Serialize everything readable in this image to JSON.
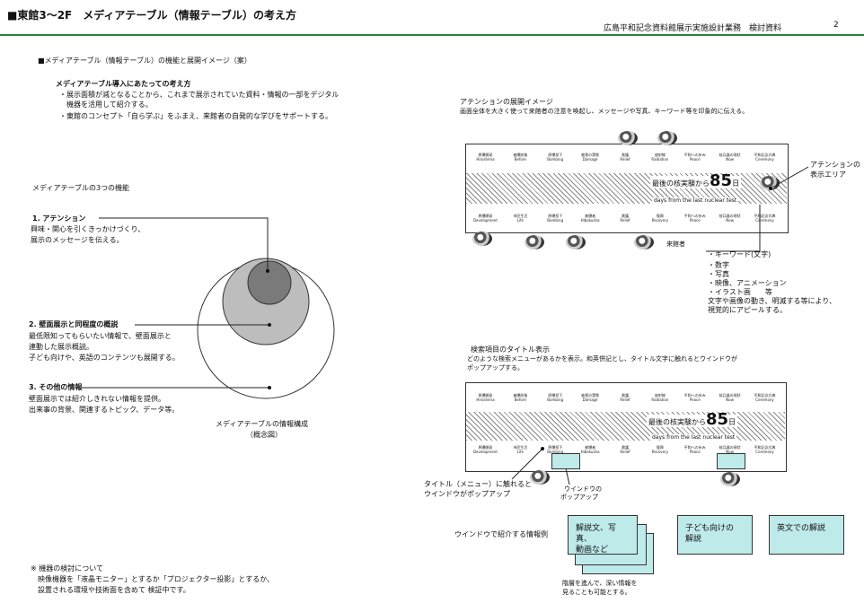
{
  "header": {
    "title": "■東館3～2F　メディアテーブル（情報テーブル）の考え方",
    "subtitle": "広島平和記念資料館展示実施設計業務　検討資料",
    "page_number": "2"
  },
  "intro": {
    "section_label": "■メディアテーブル（情報テーブル）の機能と展開イメージ（案）",
    "heading": "メディアテーブル導入にあたっての考え方",
    "bullets": [
      "・展示面積が減となることから、これまで展示されていた資料・情報の一部をデジタル",
      "　機器を活用して紹介する。",
      "・東館のコンセプト「自ら学ぶ」をふまえ、来館者の自発的な学びをサポートする。"
    ]
  },
  "functions": {
    "title": "メディアテーブルの3つの機能",
    "items": [
      {
        "heading": "1. アテンション",
        "lines": [
          "興味・関心を引くきっかけづくり、",
          "展示のメッセージを伝える。"
        ]
      },
      {
        "heading": "2. 壁面展示と同程度の概説",
        "lines": [
          "最低限知ってもらいたい情報で、壁面展示と",
          "連動した展示概説。",
          "子ども向けや、英語のコンテンツも展開する。"
        ]
      },
      {
        "heading": "3. その他の情報",
        "lines": [
          "壁面展示では紹介しきれない情報を提供。",
          "出来事の背景、関連するトピック、データ等。"
        ]
      }
    ],
    "diagram_caption": [
      "メディアテーブルの情報構成",
      "（概念図）"
    ]
  },
  "note": {
    "lines": [
      "※ 機器の検討について",
      "映像機器を「液晶モニター」とするか「プロジェクター投影」とするか、",
      "設置される環境や技術面を含めて 検証中です。"
    ]
  },
  "attention": {
    "title": "アテンションの展開イメージ",
    "desc": "画面全体を大きく使って来館者の注意を喚起し、メッセージや写真、キーワード等を印象的に伝える。",
    "screen_jp": "最後の核実験から",
    "screen_num": "85",
    "screen_unit": "日",
    "screen_en": "days from the last nuclear test",
    "area_label": [
      "アテンションの",
      "表示エリア"
    ],
    "visitor_label": "来館者",
    "list": [
      "・キーワード(文字)",
      "・数字",
      "・写真",
      "・映像、アニメーション",
      "・イラスト画　　等",
      "文字や画像の動き、明滅する等により、",
      "視覚的にアピールする。"
    ]
  },
  "search": {
    "title": "検索項目のタイトル表示",
    "desc": [
      "どのような検索メニューがあるかを表示。和英併記とし、タイトル文字に触れるとウインドウが",
      "ポップアップする。"
    ],
    "touch_label": [
      "タイトル（メニュー）に触れると",
      "ウインドウがポップアップ"
    ],
    "window_label": [
      "ウインドウの",
      "ポップアップ"
    ],
    "examples_title": "ウインドウで紹介する情報例",
    "box1": [
      "解説文、写真、",
      "動画など"
    ],
    "box2": [
      "子ども向けの",
      "解説"
    ],
    "box3": "英文での解説",
    "depth_note": [
      "階層を進んで、深い情報を",
      "見ることも可能とする。"
    ]
  },
  "table_menu": {
    "top": [
      [
        "原爆開発",
        "Hiroshima"
      ],
      [
        "被爆前後",
        "Before"
      ],
      [
        "原爆投下",
        "Bombing"
      ],
      [
        "被害の実態",
        "Damage"
      ],
      [
        "救護",
        "Relief"
      ],
      [
        "放射線",
        "Radiation"
      ],
      [
        "平和への歩み",
        "Peace"
      ],
      [
        "核兵器の現状",
        "Now"
      ],
      [
        "平和記念式典",
        "Ceremony"
      ]
    ],
    "bottom": [
      [
        "原爆開発",
        "Development"
      ],
      [
        "市民生活",
        "Life"
      ],
      [
        "原爆投下",
        "Bombing"
      ],
      [
        "被爆者",
        "Hibakusha"
      ],
      [
        "救護",
        "Relief"
      ],
      [
        "復興",
        "Recovery"
      ],
      [
        "平和への歩み",
        "Peace"
      ],
      [
        "核兵器の現状",
        "Now"
      ],
      [
        "平和記念式典",
        "Ceremony"
      ]
    ]
  }
}
